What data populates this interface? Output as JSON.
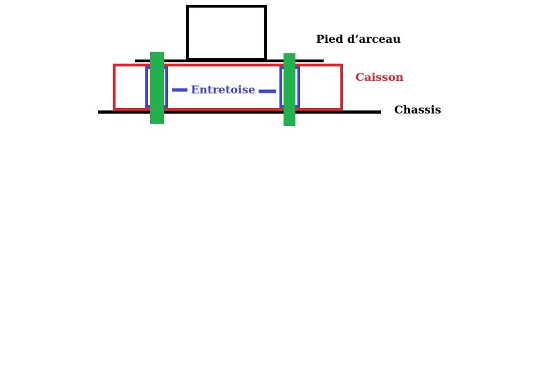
{
  "labels": {
    "pied_arceau": "Pied d’arceau",
    "caisson": "Caisson",
    "chassis": "Chassis",
    "entretoise": "Entretoise"
  },
  "colors": {
    "background": "#ffffff",
    "outline_black": "#000000",
    "caisson_red": "#d9262f",
    "entretoise_blue": "#3f48cc",
    "bolt_green": "#22b14c"
  }
}
